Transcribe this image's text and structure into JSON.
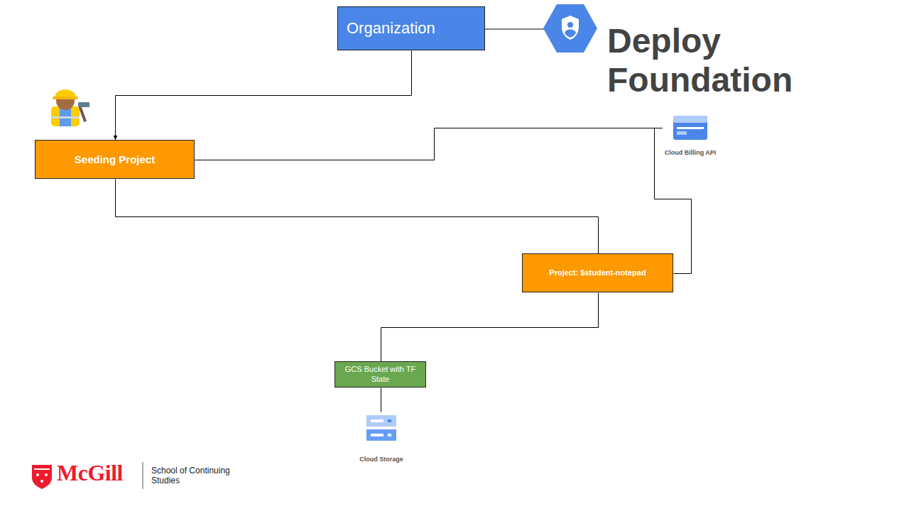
{
  "diagram": {
    "title": "Deploy Foundation",
    "nodes": [
      {
        "text": [
          "Organization"
        ]
      },
      {
        "text": [
          "Seeding Project"
        ]
      },
      {
        "text": [
          "Cloud Billing API"
        ]
      },
      {
        "text": [
          "Project: $student-notepad"
        ]
      },
      {
        "text": [
          "GCS Bucket with TF State"
        ]
      },
      {
        "text": [
          "Cloud Storage"
        ]
      }
    ],
    "edges": [
      {
        "from": 0,
        "to": 1,
        "arrow": "to"
      },
      {
        "from": 1,
        "to": 2,
        "arrow": "none"
      },
      {
        "from": 1,
        "to": 3,
        "arrow": "none"
      },
      {
        "from": 3,
        "to": 2,
        "arrow": "none"
      },
      {
        "from": 3,
        "to": 4,
        "arrow": "none"
      },
      {
        "from": 4,
        "to": 5,
        "arrow": "none"
      }
    ],
    "labels": [
      "McGill",
      "School of Continuing Studies"
    ]
  }
}
